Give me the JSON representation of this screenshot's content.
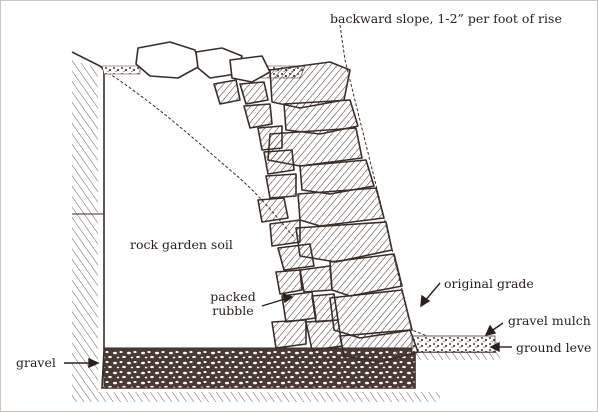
{
  "diagram": {
    "labels": {
      "backward_slope": "backward slope, 1-2” per foot of rise",
      "rock_garden_soil": "rock garden soil",
      "packed_rubble_line1": "packed",
      "packed_rubble_line2": "rubble",
      "original_grade": "original grade",
      "gravel_mulch": "gravel mulch",
      "ground_level": "ground leve",
      "gravel": "gravel"
    },
    "colors": {
      "ink": "#3a2e28",
      "gravel_fill": "#4a3a33",
      "stone_fill": "#ffffff",
      "hatch": "#4b3d36"
    }
  }
}
